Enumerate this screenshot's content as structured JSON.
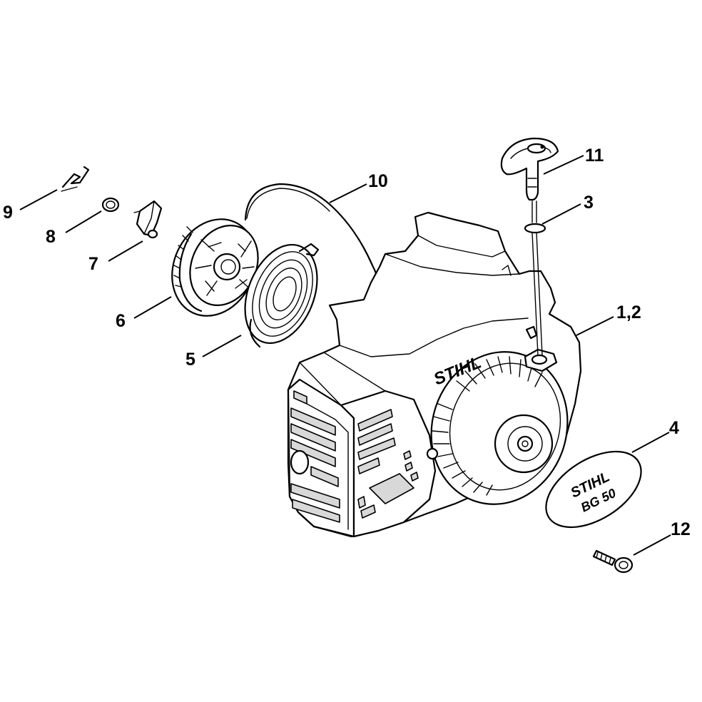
{
  "callouts": {
    "c1_2": "1,2",
    "c3": "3",
    "c4": "4",
    "c5": "5",
    "c6": "6",
    "c7": "7",
    "c8": "8",
    "c9": "9",
    "c10": "10",
    "c11": "11",
    "c12": "12"
  },
  "branding": {
    "housing_logo": "STIHL",
    "cover_logo": "STIHL",
    "cover_model": "BG 50"
  }
}
